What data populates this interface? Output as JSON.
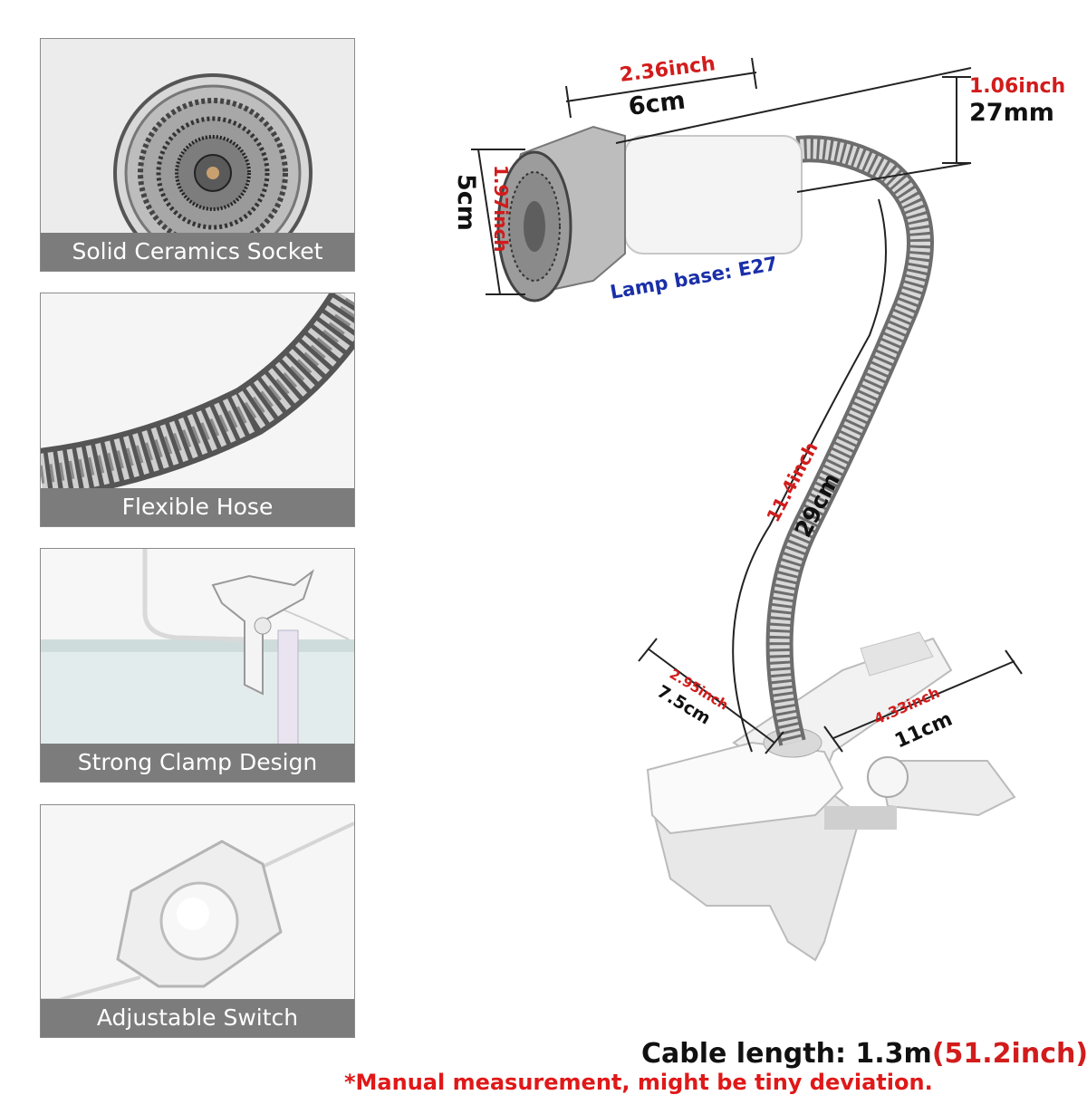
{
  "features": [
    {
      "caption": "Solid Ceramics Socket",
      "icon": "ceramic-socket-icon"
    },
    {
      "caption": "Flexible Hose",
      "icon": "flexible-hose-icon"
    },
    {
      "caption": "Strong Clamp Design",
      "icon": "clamp-icon"
    },
    {
      "caption": "Adjustable Switch",
      "icon": "switch-icon"
    }
  ],
  "dimensions": {
    "head_length_inch": "2.36inch",
    "head_length_cm": "6cm",
    "neck_inch": "1.06inch",
    "neck_mm": "27mm",
    "head_dia_inch": "1.97inch",
    "head_dia_cm": "5cm",
    "lamp_base": "Lamp base: E27",
    "hose_inch": "11.4inch",
    "hose_cm": "29cm",
    "clamp_width_inch": "2.95inch",
    "clamp_width_cm": "7.5cm",
    "clamp_length_inch": "4.33inch",
    "clamp_length_cm": "11cm"
  },
  "notes": {
    "cable_label": "Cable length: 1.3m",
    "cable_inch": "(51.2inch)",
    "disclaimer": "*Manual measurement, might be tiny deviation."
  },
  "colors": {
    "caption_bg": "#7c7c7c",
    "red": "#d21c1c",
    "blue": "#1a2fa8",
    "dark": "#111111"
  }
}
